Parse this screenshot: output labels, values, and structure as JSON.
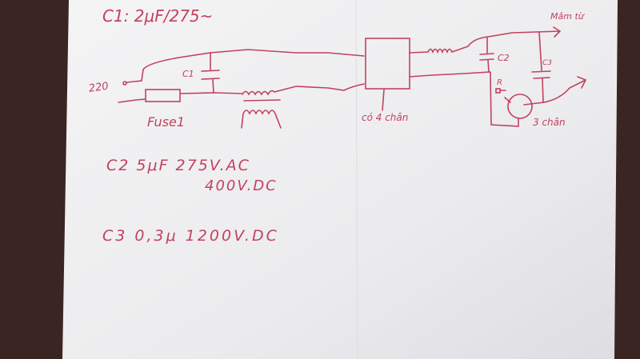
{
  "notes": {
    "c1_spec": "C1: 2μF/275~",
    "c2_spec": "C2 5μF 275V.AC",
    "c2_spec_dc": "400V.DC",
    "c3_spec": "C3 0,3μ 1200V.DC"
  },
  "labels": {
    "input_voltage": "220",
    "fuse": "Fuse1",
    "c1": "C1",
    "c2": "C2",
    "c3": "C3",
    "resistor": "R",
    "bridge_note": "có 4 chân",
    "transistor_note": "3 chân",
    "output_note": "Mâm từ"
  },
  "colors": {
    "ink": "#c2415e",
    "paper": "#eeeeef",
    "background": "#3b2522"
  }
}
